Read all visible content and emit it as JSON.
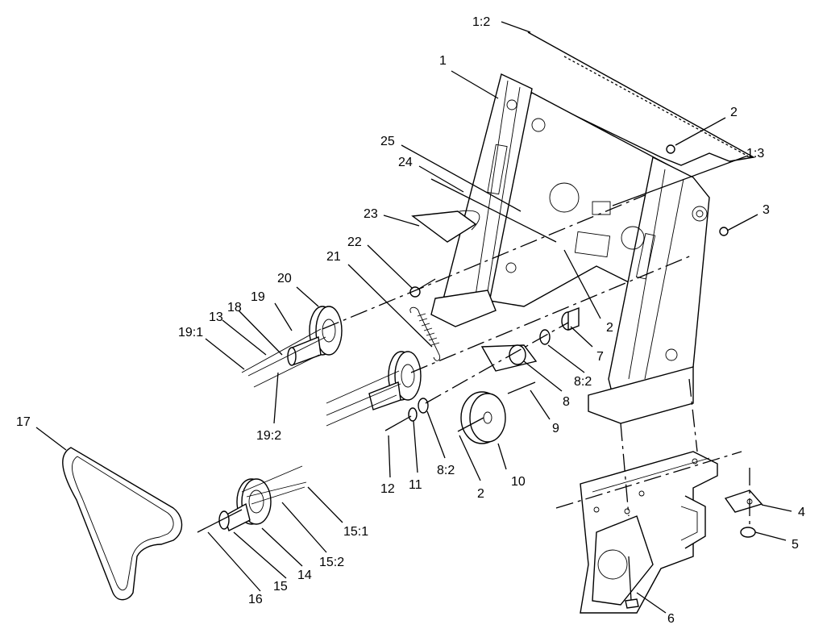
{
  "callouts": [
    {
      "id": "c1_2",
      "text": "1:2"
    },
    {
      "id": "c1",
      "text": "1"
    },
    {
      "id": "c2a",
      "text": "2"
    },
    {
      "id": "c1_3",
      "text": "1:3"
    },
    {
      "id": "c3",
      "text": "3"
    },
    {
      "id": "c25",
      "text": "25"
    },
    {
      "id": "c24",
      "text": "24"
    },
    {
      "id": "c23",
      "text": "23"
    },
    {
      "id": "c22",
      "text": "22"
    },
    {
      "id": "c21",
      "text": "21"
    },
    {
      "id": "c20",
      "text": "20"
    },
    {
      "id": "c19",
      "text": "19"
    },
    {
      "id": "c18",
      "text": "18"
    },
    {
      "id": "c13",
      "text": "13"
    },
    {
      "id": "c19_1",
      "text": "19:1"
    },
    {
      "id": "c19_2",
      "text": "19:2"
    },
    {
      "id": "c2b",
      "text": "2"
    },
    {
      "id": "c7",
      "text": "7"
    },
    {
      "id": "c8_2a",
      "text": "8:2"
    },
    {
      "id": "c8",
      "text": "8"
    },
    {
      "id": "c9",
      "text": "9"
    },
    {
      "id": "c10",
      "text": "10"
    },
    {
      "id": "c2c",
      "text": "2"
    },
    {
      "id": "c8_2b",
      "text": "8:2"
    },
    {
      "id": "c11",
      "text": "11"
    },
    {
      "id": "c12",
      "text": "12"
    },
    {
      "id": "c17",
      "text": "17"
    },
    {
      "id": "c15_1",
      "text": "15:1"
    },
    {
      "id": "c15_2",
      "text": "15:2"
    },
    {
      "id": "c14",
      "text": "14"
    },
    {
      "id": "c15",
      "text": "15"
    },
    {
      "id": "c16",
      "text": "16"
    },
    {
      "id": "c4",
      "text": "4"
    },
    {
      "id": "c5",
      "text": "5"
    },
    {
      "id": "c6",
      "text": "6"
    }
  ]
}
